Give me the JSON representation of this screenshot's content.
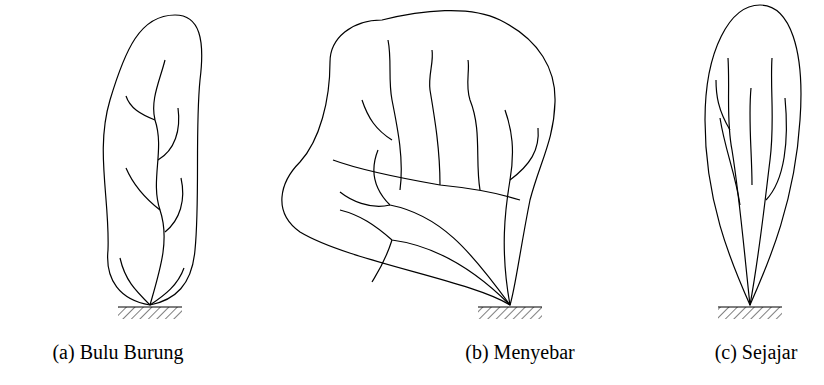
{
  "diagram": {
    "labels": [
      "(a) Bulu Burung",
      "(b) Menyebar",
      "(c) Sejajar"
    ]
  }
}
